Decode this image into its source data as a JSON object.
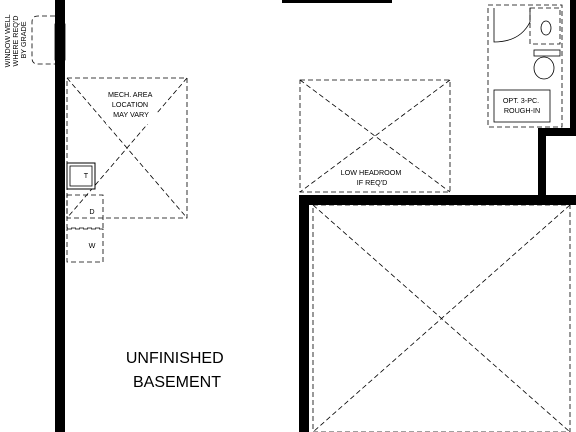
{
  "labels": {
    "window_well": [
      "WINDOW WELL",
      "WHERE REQ'D",
      "BY GRADE"
    ],
    "mech_area": [
      "MECH. AREA",
      "LOCATION",
      "MAY VARY"
    ],
    "low_headroom": [
      "LOW HEADROOM",
      "IF REQ'D"
    ],
    "rough_in": [
      "OPT. 3-PC.",
      "ROUGH-IN"
    ],
    "unfinished_basement": [
      "UNFINISHED",
      "BASEMENT"
    ],
    "appliances": {
      "tank": "T",
      "dryer": "D",
      "washer": "W"
    }
  }
}
